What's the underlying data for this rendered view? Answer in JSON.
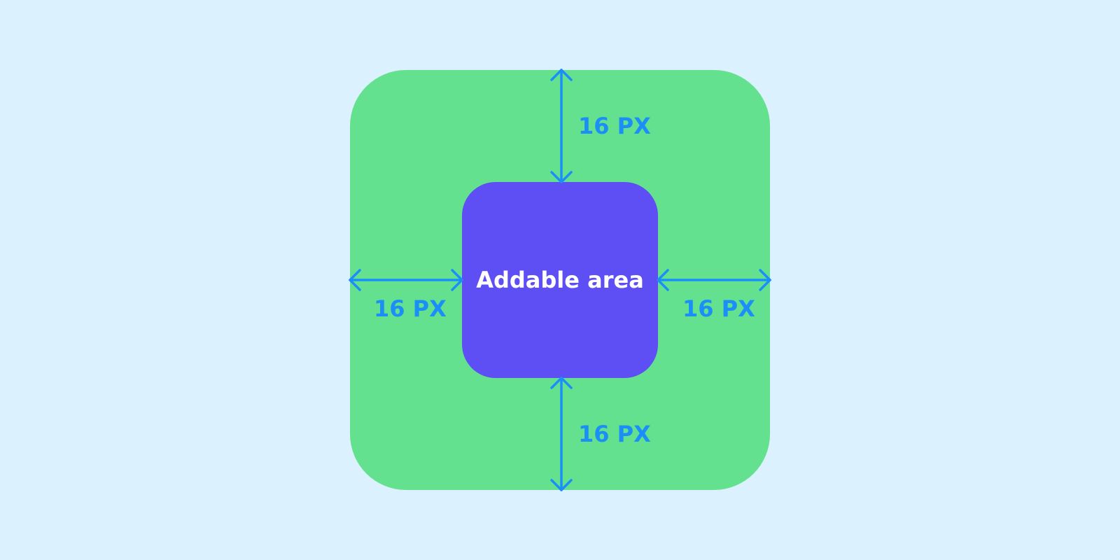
{
  "diagram": {
    "inner_label": "Addable area",
    "padding_labels": {
      "top": "16 PX",
      "bottom": "16 PX",
      "left": "16 PX",
      "right": "16 PX"
    }
  },
  "colors": {
    "background": "#dbf1fe",
    "outer_area": "#63e18e",
    "addable_area": "#5e4ff5",
    "arrow": "#1b8ff7",
    "label_text": "#1b8ff7",
    "inner_text": "#ffffff"
  }
}
